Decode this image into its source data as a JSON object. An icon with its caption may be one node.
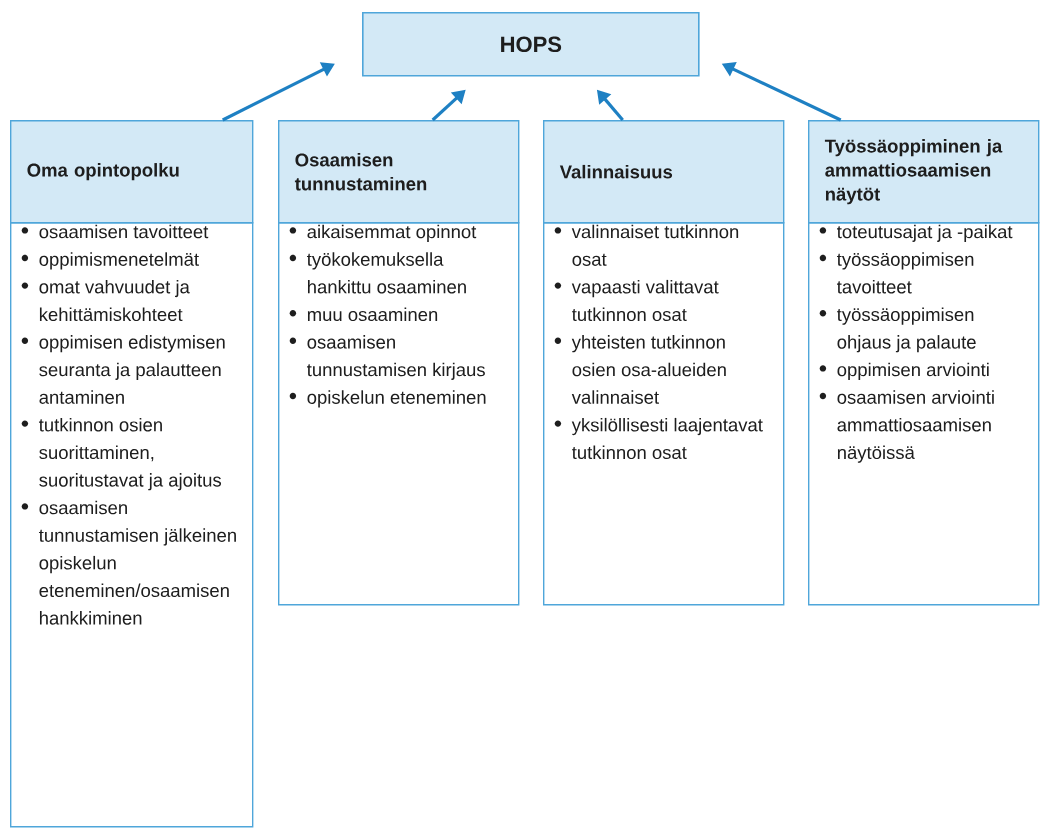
{
  "diagram": {
    "nodes": [
      {
        "text": [
          "HOPS"
        ]
      },
      {
        "text": [
          "Oma opintopolku"
        ]
      },
      {
        "text": [
          "osaamisen tavoitteet",
          "oppimismenetelmät",
          "omat vahvuudet ja kehittämiskohteet",
          "oppimisen edistymisen seuranta ja palautteen antaminen",
          "tutkinnon osien suorittaminen, suoritustavat ja ajoitus",
          "osaamisen tunnustamisen jälkeinen opiskelun eteneminen/osaamisen hankkiminen"
        ]
      },
      {
        "text": [
          "Osaamisen tunnustaminen"
        ]
      },
      {
        "text": [
          "aikaisemmat opinnot",
          "työkokemuksella hankittu osaaminen",
          "muu osaaminen",
          "osaamisen tunnustamisen kirjaus",
          "opiskelun eteneminen"
        ]
      },
      {
        "text": [
          "Valinnaisuus"
        ]
      },
      {
        "text": [
          "valinnaiset tutkinnon osat",
          "vapaasti valittavat tutkinnon osat",
          "yhteisten tutkinnon osien osa-alueiden valinnaiset",
          "yksilöllisesti laajentavat tutkinnon osat"
        ]
      },
      {
        "text": [
          "Työssäoppiminen ja ammattiosaamisen näytöt"
        ]
      },
      {
        "text": [
          "toteutusajat ja -paikat",
          "työssäoppimisen tavoitteet",
          "työssäoppimisen ohjaus ja palaute",
          "oppimisen arviointi",
          "osaamisen arviointi ammattiosaamisen näytöissä"
        ]
      }
    ],
    "edges": [
      {
        "from": 1,
        "to": 0,
        "arrow": "to"
      },
      {
        "from": 3,
        "to": 0,
        "arrow": "to"
      },
      {
        "from": 5,
        "to": 0,
        "arrow": "to"
      },
      {
        "from": 7,
        "to": 0,
        "arrow": "to"
      }
    ]
  }
}
